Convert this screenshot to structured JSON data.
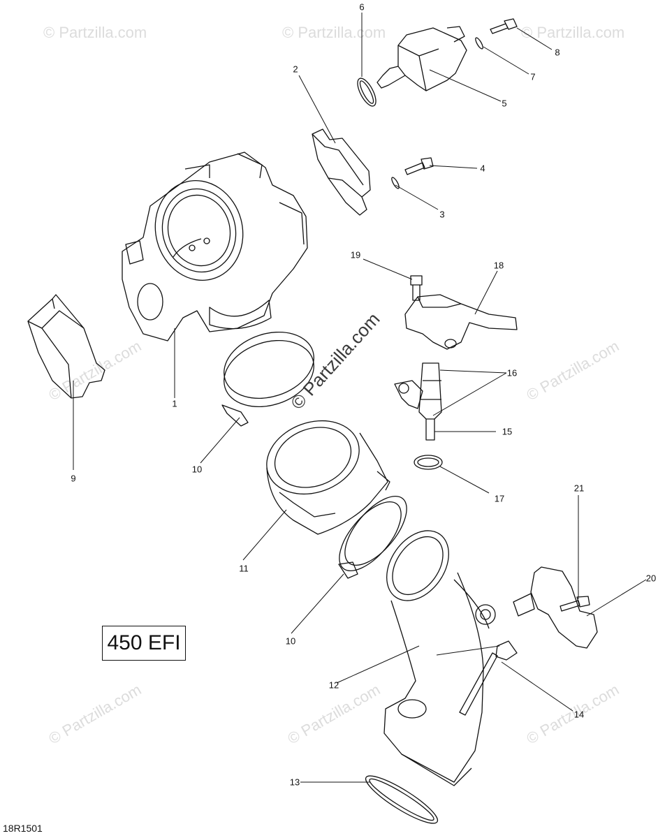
{
  "model_label": "450 EFI",
  "ref_code": "18R1501",
  "watermark_main": "© Partzilla.com",
  "watermark_small": "© Partzilla.com",
  "callouts": [
    "1",
    "2",
    "3",
    "4",
    "5",
    "6",
    "7",
    "8",
    "9",
    "10",
    "10",
    "11",
    "12",
    "13",
    "14",
    "15",
    "16",
    "17",
    "18",
    "19",
    "20",
    "21"
  ]
}
